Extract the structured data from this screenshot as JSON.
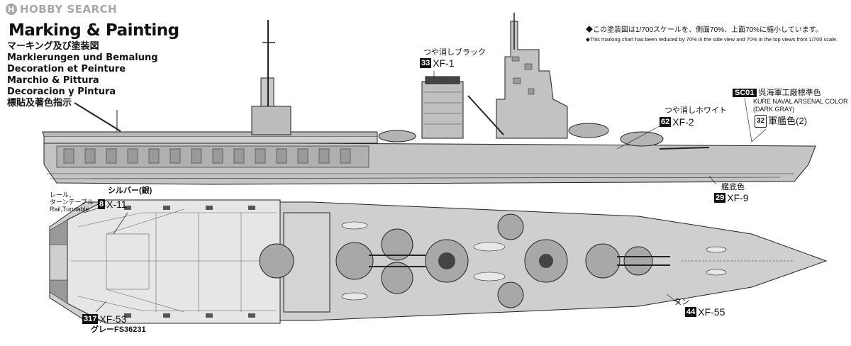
{
  "watermark": {
    "text": "HOBBY SEARCH"
  },
  "title": "Marking & Painting",
  "subtitles": [
    "マーキング及び塗装図",
    "Markierungen und Bemalung",
    "Decoration et Peinture",
    "Marchio & Pittura",
    "Decoracion y Pintura",
    "標貼及著色指示"
  ],
  "notes": {
    "jp": "◆この塗装図は1/700スケールを、側面70%、上面70%に縮小しています。",
    "en": "◆This marking chart has been reduced by 70% in the side view and 70% in the top views from 1/700 scale."
  },
  "callouts": {
    "flat_black": {
      "label": "つや消しブラック",
      "num": "33",
      "code": "XF-1"
    },
    "flat_white": {
      "label": "つや消しホワイト",
      "num": "62",
      "code": "XF-2"
    },
    "kure": {
      "badge": "SC01",
      "label_jp": "呉海軍工廠標準色",
      "label_en1": "KURE NAVAL ARSENAL COLOR",
      "label_en2": "(DARK GRAY)"
    },
    "gunkan": {
      "num": "32",
      "label": "軍艦色(2)"
    },
    "hull_red": {
      "label": "艦底色",
      "num": "29",
      "code": "XF-9"
    },
    "silver": {
      "label": "シルバー(銀)",
      "num": "8",
      "code": "X-11"
    },
    "rail": {
      "line1": "レール、",
      "line2": "ターンテーブル",
      "line3": "Rail,Turntable"
    },
    "grey": {
      "num": "317",
      "code": "XF-53",
      "label": "グレーFS36231"
    },
    "tan": {
      "label": "タン",
      "num": "44",
      "code": "XF-55"
    }
  },
  "colors": {
    "hull": "#bdbdbd",
    "deck": "#e6e6e6",
    "line": "#222222",
    "dark": "#555555"
  }
}
